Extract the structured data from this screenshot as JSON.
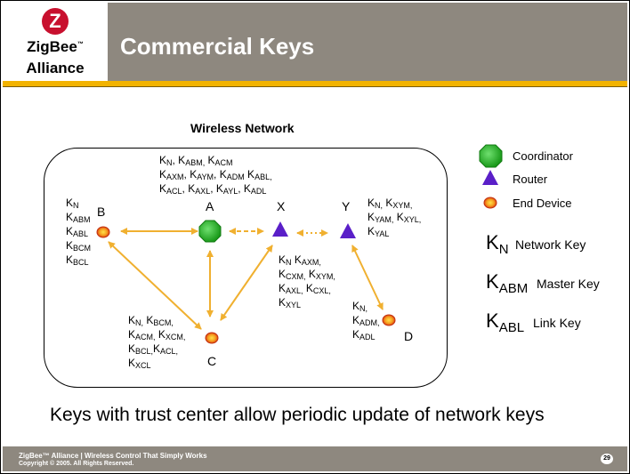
{
  "header": {
    "logo_line1": "ZigBee",
    "logo_tm": "™",
    "logo_line2": "Alliance",
    "title": "Commercial Keys"
  },
  "diagram": {
    "network_title": "Wireless Network",
    "nodes": {
      "a": "A",
      "b": "B",
      "c": "C",
      "d": "D",
      "x": "X",
      "y": "Y"
    }
  },
  "legend": {
    "coordinator": "Coordinator",
    "router": "Router",
    "end_device": "End Device",
    "network_key": "Network Key",
    "master_key": "Master Key",
    "link_key": "Link Key"
  },
  "bottom_text": "Keys with trust center allow periodic update of network keys",
  "footer": {
    "line1": "ZigBee™ Alliance | Wireless Control That Simply Works",
    "line2": "Copyright © 2005. All Rights Reserved.",
    "page": "29"
  },
  "colors": {
    "accent_gold": "#f2b300",
    "header_gray": "#8e887f",
    "arrow": "#f0b030",
    "coordinator": "#2bb52b",
    "router": "#5a1fc8",
    "end_device": "#f5c020"
  }
}
